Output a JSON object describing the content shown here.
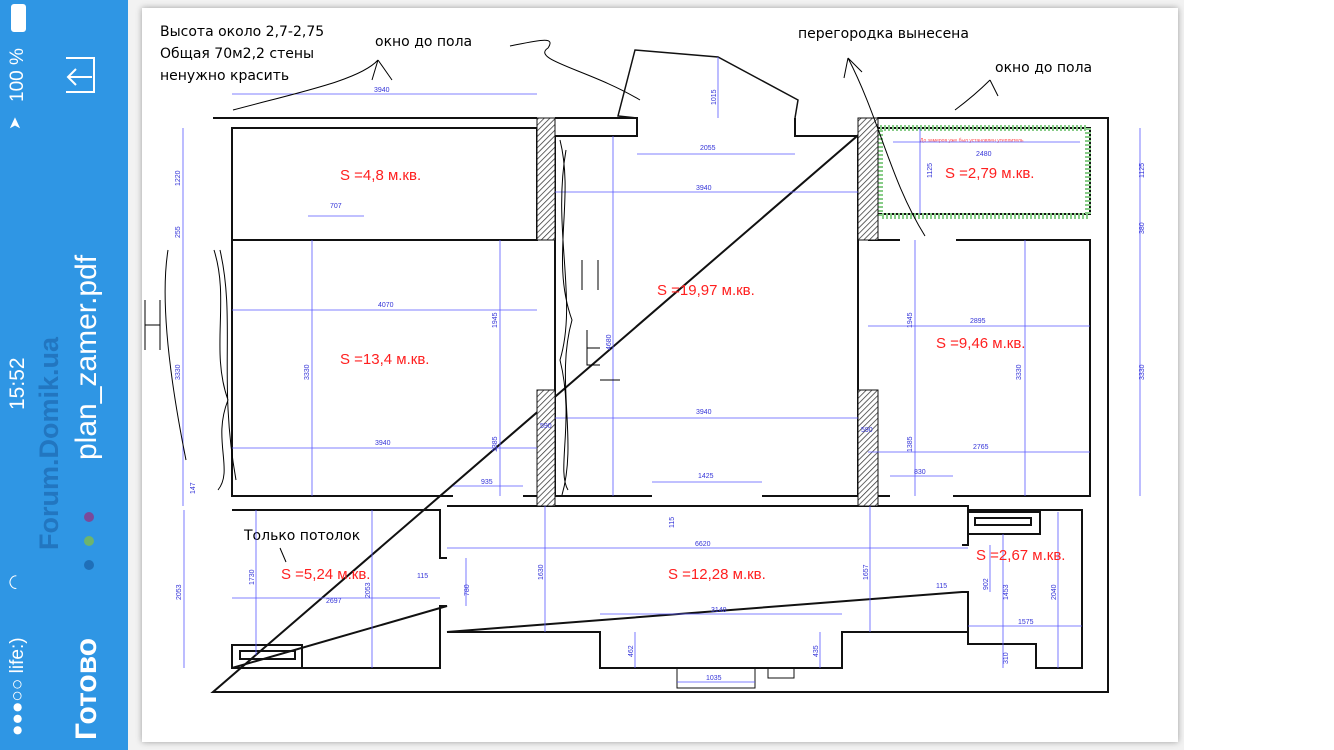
{
  "status_bar": {
    "carrier": "●●●○○ life:)",
    "time": "15:52",
    "battery": "100 %"
  },
  "nav": {
    "done_label": "Готово",
    "title": "plan_zamer.pdf",
    "watermark": "Forum.Domik.ua",
    "share_icon": "share-icon"
  },
  "colors": {
    "sidebar": "#2f96e4",
    "area_text": "#ff2020",
    "dimension": "#3434d8"
  },
  "plan": {
    "notes": {
      "height_line1": "Высота около 2,7-2,75",
      "height_line2": "Общая 70м2,2 стены",
      "height_line3": "ненужно красить",
      "window_left": "окно до пола",
      "window_right": "окно до пола",
      "partition": "перегородка вынесена",
      "ceiling_only": "Только потолок",
      "insulation": "До замеров уже был установлен утеплитель"
    },
    "areas": {
      "room1": "S =4,8 м.кв.",
      "room2": "S =13,4 м.кв.",
      "room3": "S =19,97 м.кв.",
      "room4": "S =2,79 м.кв.",
      "room5": "S =9,46 м.кв.",
      "room6": "S =5,24 м.кв.",
      "room7": "S =12,28 м.кв.",
      "room8": "S =2,67 м.кв."
    },
    "dims": {
      "d3940a": "3940",
      "d1015": "1015",
      "d2055": "2055",
      "d3940b": "3940",
      "d2480": "2480",
      "d1220": "1220",
      "d255": "255",
      "d707": "707",
      "d4070": "4070",
      "d1945a": "1945",
      "d3330a": "3330",
      "d3330b": "3330",
      "d3940c": "3940",
      "d1385a": "1385",
      "d147": "147",
      "d935": "935",
      "d4680": "4680",
      "d3940d": "3940",
      "d1425": "1425",
      "d1125a": "1125",
      "d1125b": "1125",
      "d380": "380",
      "d1945b": "1945",
      "d2895": "2895",
      "d3330c": "3330",
      "d3330d": "3330",
      "d1385b": "1385",
      "d2765": "2765",
      "d830": "830",
      "d115a": "115",
      "d6620": "6620",
      "d2053a": "2053",
      "d1730": "1730",
      "d2053b": "2053",
      "d2697": "2697",
      "d115b": "115",
      "d780": "780",
      "d1630": "1630",
      "d3140": "3140",
      "d462": "462",
      "d435": "435",
      "d1657": "1657",
      "d115c": "115",
      "d902": "902",
      "d1453": "1453",
      "d2040": "2040",
      "d1575": "1575",
      "d310": "310",
      "d1035": "1035",
      "d590a": "590",
      "d590b": "590"
    }
  }
}
